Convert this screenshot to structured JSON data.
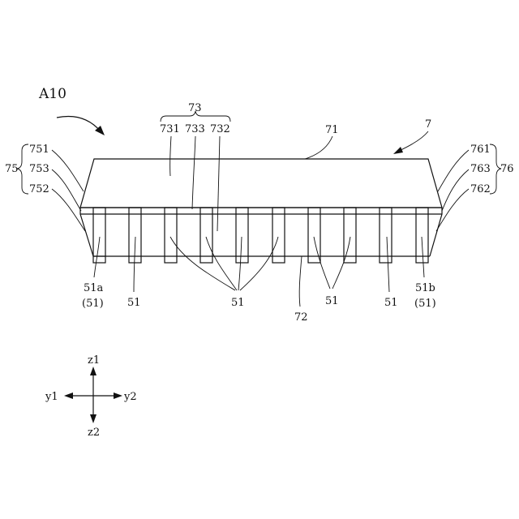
{
  "figure_ref": "A10",
  "labels": {
    "l73": "73",
    "l731": "731",
    "l733": "733",
    "l732": "732",
    "l71": "71",
    "l7": "7",
    "l75": "75",
    "l751": "751",
    "l753": "753",
    "l752": "752",
    "l76": "76",
    "l761": "761",
    "l763": "763",
    "l762": "762",
    "l72": "72",
    "l51a": "51a",
    "l51a_paren": "(51)",
    "l51b": "51b",
    "l51b_paren": "(51)",
    "l51_left": "51",
    "l51_center": "51",
    "l51_right1": "51",
    "l51_right2": "51"
  },
  "axes": {
    "z1": "z1",
    "z2": "z2",
    "y1": "y1",
    "y2": "y2"
  }
}
